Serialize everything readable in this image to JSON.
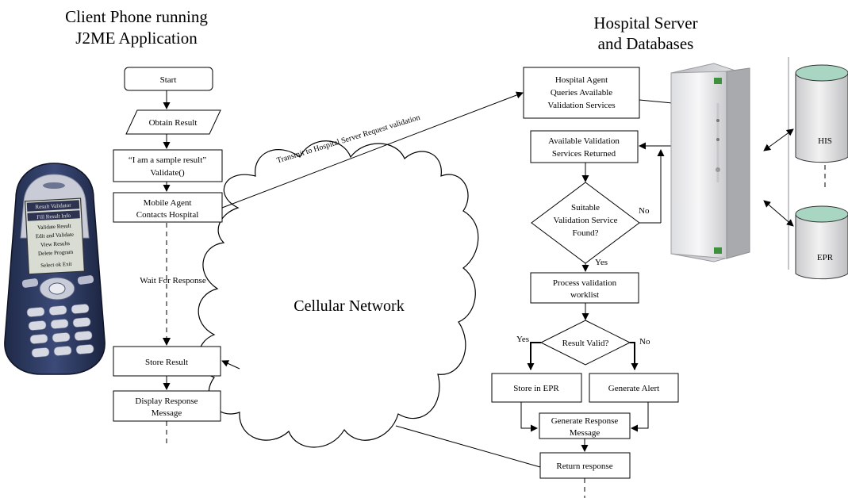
{
  "headers": {
    "client": [
      "Client Phone running",
      "J2ME Application"
    ],
    "server": [
      "Hospital Server",
      "and Databases"
    ]
  },
  "client_flow": {
    "start": "Start",
    "obtain": "Obtain Result",
    "validate": [
      "“I am a sample result”",
      "Validate()"
    ],
    "agent": [
      "Mobile Agent",
      "Contacts Hospital"
    ],
    "wait": "Wait For Response",
    "store": "Store Result",
    "display": [
      "Display Response",
      "Message"
    ]
  },
  "network": {
    "label": "Cellular Network",
    "transmit": "Transmit to Hospital Server Request validation"
  },
  "server_flow": {
    "query": [
      "Hospital Agent",
      "Queries Available",
      "Validation Services"
    ],
    "returned": [
      "Available Validation",
      "Services Returned"
    ],
    "suitable": [
      "Suitable",
      "Validation Service",
      "Found?"
    ],
    "no": "No",
    "yes": "Yes",
    "process": [
      "Process validation",
      "worklist"
    ],
    "valid": "Result Valid?",
    "yes2": "Yes",
    "no2": "No",
    "store_epr": "Store in EPR",
    "alert": "Generate Alert",
    "gen_response": [
      "Generate Response",
      "Message"
    ],
    "return": "Return response"
  },
  "databases": {
    "his": "HIS",
    "epr": "EPR"
  },
  "phone_screen": [
    "Result Validator",
    "Fill Result Info",
    "Validate Result",
    "Edit and Validate",
    "View Results",
    "Delete Program",
    "Select  ok  Exit"
  ]
}
